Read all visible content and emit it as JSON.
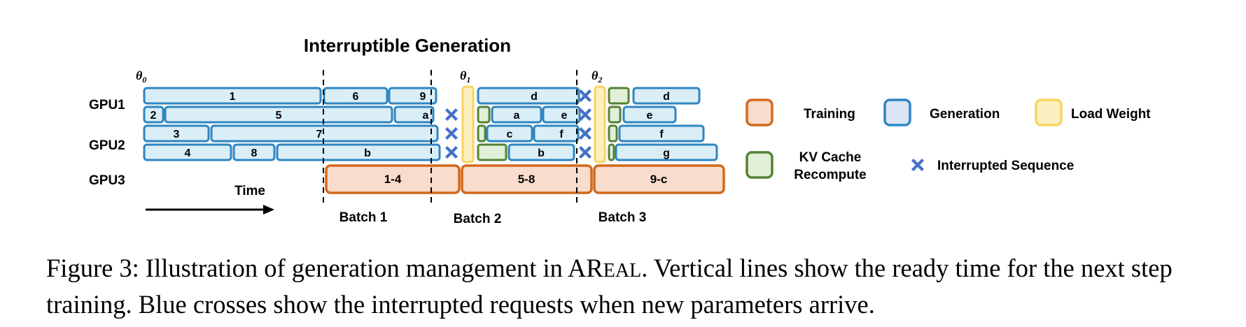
{
  "diagram": {
    "title": "Interruptible Generation",
    "gpu_labels": [
      "GPU1",
      "GPU2",
      "GPU3"
    ],
    "thetas": [
      {
        "base": "θ",
        "sub": "0"
      },
      {
        "base": "θ",
        "sub": "1"
      },
      {
        "base": "θ",
        "sub": "2"
      }
    ],
    "time_label": "Time",
    "batch_labels": [
      "Batch 1",
      "Batch 2",
      "Batch 3"
    ],
    "generation_labels": [
      "1",
      "6",
      "9",
      "d",
      "d",
      "2",
      "5",
      "a",
      "a",
      "e",
      "e",
      "3",
      "7",
      "c",
      "f",
      "f",
      "4",
      "8",
      "b",
      "b",
      "g"
    ],
    "training_labels": [
      "1-4",
      "5-8",
      "9-c"
    ],
    "legend": {
      "training": "Training",
      "generation": "Generation",
      "load_weight": "Load Weight",
      "kv_cache_line1": "KV Cache",
      "kv_cache_line2": "Recompute",
      "interrupted": "Interrupted Sequence"
    },
    "colors": {
      "generation_fill": "#daeef7",
      "generation_stroke": "#2e86c1",
      "training_fill": "#f9dccb",
      "training_stroke": "#d2691e",
      "load_fill": "#fdf0c0",
      "load_stroke": "#f7d560",
      "kv_fill": "#e2efd9",
      "kv_stroke": "#548235",
      "cross": "#4472c4"
    }
  },
  "caption": {
    "prefix": "Figure 3: Illustration of generation management in ",
    "name_first": "A",
    "name_second": "R",
    "name_small": "EAL",
    "suffix": ". Vertical lines show the ready time for the next step training. Blue crosses show the interrupted requests when new parameters arrive."
  }
}
